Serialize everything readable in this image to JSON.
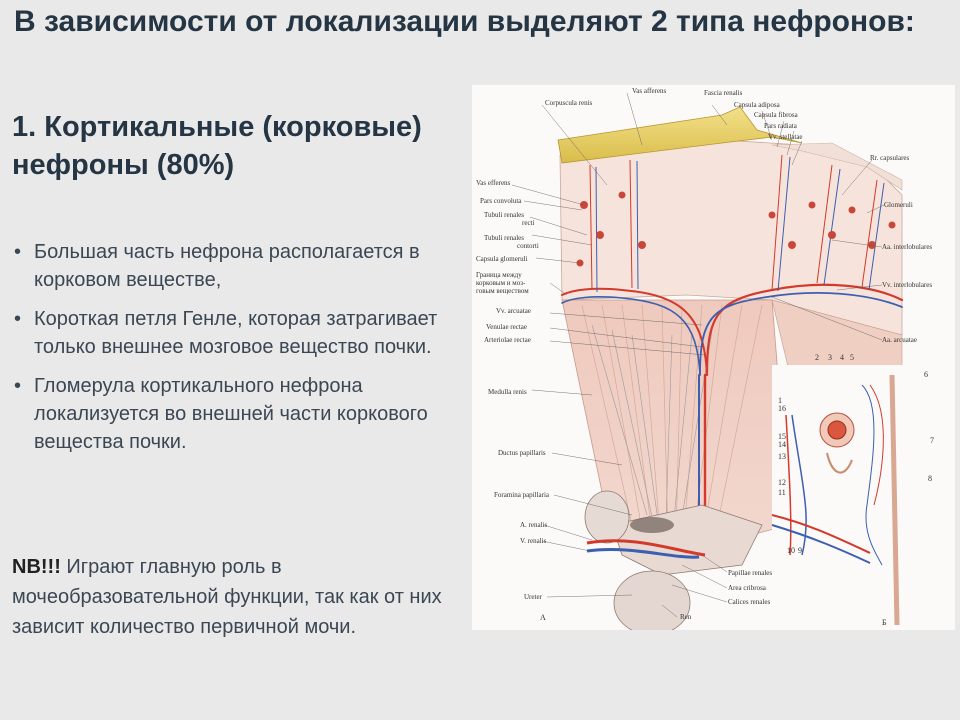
{
  "slide": {
    "title": "В зависимости от локализации выделяют 2 типа нефронов:",
    "subtitle": "1. Кортикальные (корковые) нефроны (80%)",
    "bullets": [
      "Большая часть нефрона располагается в корковом веществе,",
      "Короткая петля Генле, которая затрагивает только внешнее мозговое вещество почки.",
      "Гломерула кортикального нефрона локализуется во внешней части коркового вещества почки."
    ],
    "nb_bold": "NB!!!",
    "nb_text": " Играют главную роль в мочеобразовательной функции, так как от них зависит количество первичной мочи."
  },
  "figure": {
    "labels_left": {
      "corpuscula": "Corpuscula renis",
      "vas_afferens_top": "Vas afferens",
      "vas_efferens": "Vas efferens",
      "pars_convoluta": "Pars convoluta",
      "tubuli_recti_1": "Tubuli renales",
      "tubuli_recti_2": "recti",
      "tubuli_contorti_1": "Tubuli renales",
      "tubuli_contorti_2": "contorti",
      "capsula_glomeruli": "Capsula glomeruli",
      "granica_1": "Граница между",
      "granica_2": "корковым и моз-",
      "granica_3": "говым веществом",
      "vv_arcuatae": "Vv. arcuatae",
      "venulae_rectae": "Venulae rectae",
      "arteriolae_rectae": "Arteriolae rectae",
      "medulla": "Medulla renis",
      "ductus": "Ductus papillaris",
      "foramina": "Foramina papillaria",
      "a_renalis": "A. renalis",
      "v_renalis": "V. renalis",
      "ureter": "Ureter",
      "letter_a": "A"
    },
    "labels_right": {
      "fascia": "Fascia renalis",
      "capsula_adiposa": "Capsula adiposa",
      "capsula_fibrosa": "Capsula fibrosa",
      "pars_radiata": "Pars radiata",
      "vv_stellatae": "Vv. stellatae",
      "rr_capsulares": "Rr. capsulares",
      "glomeruli": "Glomeruli",
      "aa_interlobulares": "Aa. interlobulares",
      "vv_interlobulares": "Vv. interlobulares",
      "aa_arcuatae": "Aa. arcuatae",
      "papillae": "Papillae renales",
      "area_cribrosa": "Area cribrosa",
      "calices": "Calices renales",
      "ren": "Ren",
      "letter_b": "Б"
    },
    "numbers": [
      "1",
      "2",
      "3",
      "4",
      "5",
      "6",
      "7",
      "8",
      "9",
      "10",
      "11",
      "12",
      "13",
      "14",
      "15",
      "16"
    ]
  }
}
